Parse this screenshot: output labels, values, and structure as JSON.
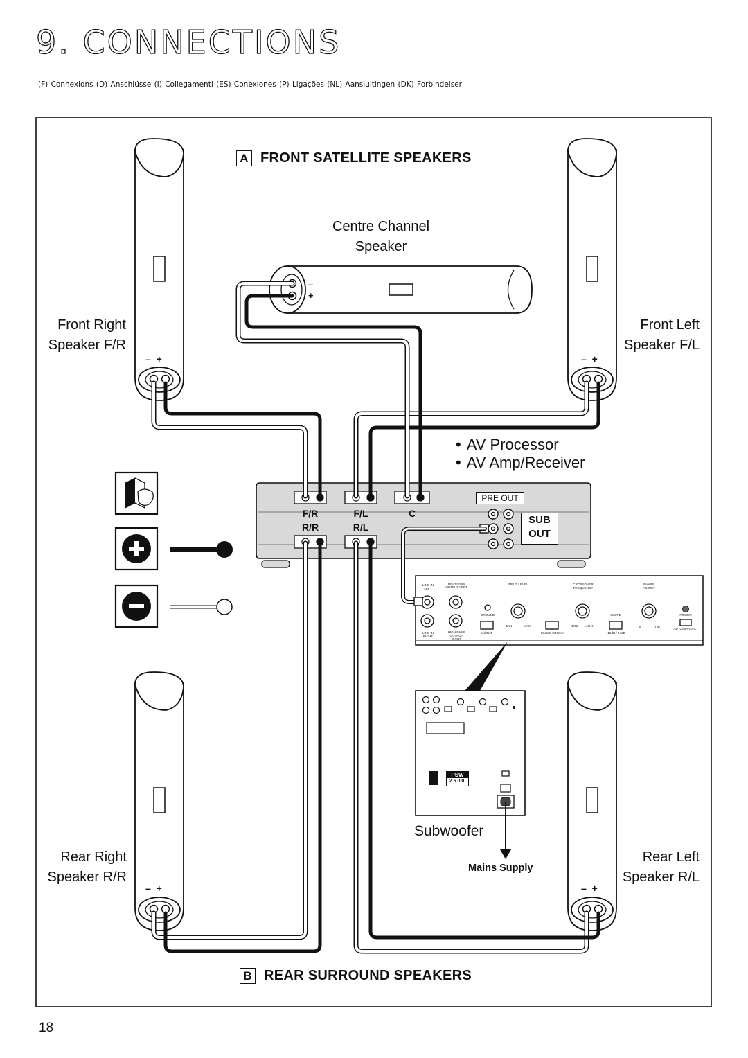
{
  "page": {
    "title": "9.  CONNECTIONS",
    "languages": "(F) Connexions   (D) Anschlüsse   (I) Collegamenti   (ES) Conexiones   (P) Ligações   (NL) Aansluitingen   (DK) Forbindelser",
    "page_number": "18"
  },
  "sections": {
    "a_letter": "A",
    "a_title": "FRONT SATELLITE SPEAKERS",
    "b_letter": "B",
    "b_title": "REAR SURROUND SPEAKERS"
  },
  "speakers": {
    "centre_line1": "Centre Channel",
    "centre_line2": "Speaker",
    "front_right_line1": "Front Right",
    "front_right_line2": "Speaker F/R",
    "front_left_line1": "Front Left",
    "front_left_line2": "Speaker F/L",
    "rear_right_line1": "Rear Right",
    "rear_right_line2": "Speaker R/R",
    "rear_left_line1": "Rear Left",
    "rear_left_line2": "Speaker R/L",
    "polarity_minus": "–",
    "polarity_plus": "+"
  },
  "processor": {
    "bullet1": "AV Processor",
    "bullet2": "AV Amp/Receiver",
    "terminals_top": [
      "F/R",
      "F/L",
      "C"
    ],
    "terminals_bottom": [
      "R/R",
      "R/L"
    ],
    "pre_out": "PRE OUT",
    "sub_out_line1": "SUB",
    "sub_out_line2": "OUT"
  },
  "subwoofer": {
    "label": "Subwoofer",
    "mains": "Mains Supply",
    "model": "PSW",
    "model_number": "2500",
    "panel_labels": {
      "line_in_left": "LINE IN LEFT",
      "high_pass_left": "HIGH PASS OUTPUT LEFT",
      "input_level": "INPUT LEVEL",
      "crossover": "CROSSOVER FREQUENCY",
      "phase": "PHASE ADJUST",
      "line_in_right": "LINE IN RIGHT",
      "high_pass_right": "HIGH PASS OUTPUT RIGHT",
      "ground": "GROUND",
      "in_out": "IN/OUT",
      "min": "MIN",
      "max": "MAX",
      "music_cinema": "MUSIC CINEMA",
      "hz40": "40Hz",
      "hz140": "140Hz",
      "slope": "SLOPE",
      "slope_vals": "12dB / 24dB",
      "phase0": "0",
      "phase180": "180",
      "power": "POWER",
      "auto_manual": "AUTO/MANUAL"
    }
  },
  "legend": {
    "icons": [
      "power-switch-icon",
      "plus-icon",
      "minus-icon"
    ]
  },
  "colors": {
    "ink": "#111111",
    "panel": "#d9d9d9",
    "paper": "#ffffff"
  }
}
